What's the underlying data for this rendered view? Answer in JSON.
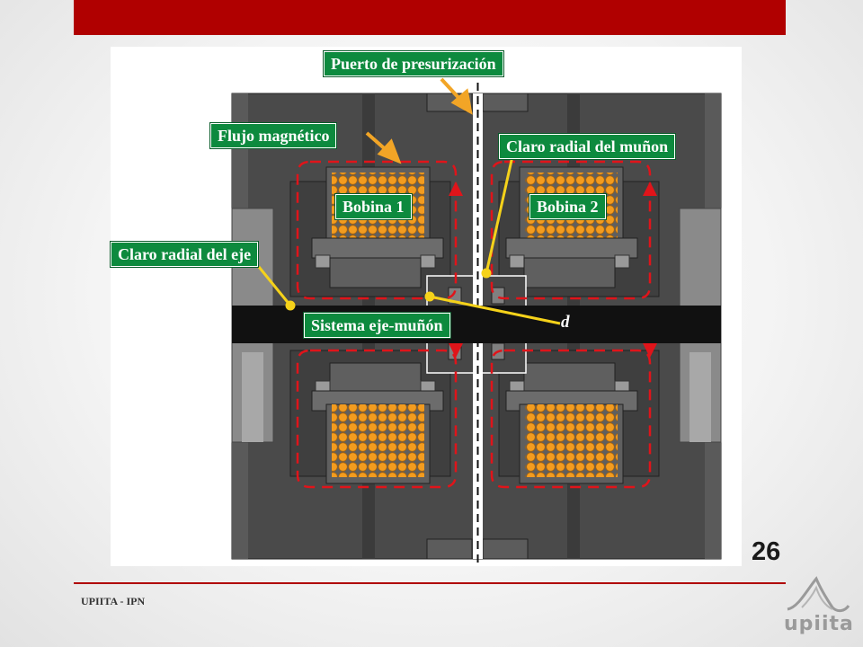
{
  "diagram": {
    "labels": {
      "pressurization_port": "Puerto de presurización",
      "magnetic_flux": "Flujo magnético",
      "journal_radial_gap": "Claro radial del muñon",
      "coil_1": "Bobina 1",
      "coil_2": "Bobina 2",
      "shaft_radial_gap": "Claro radial del eje",
      "shaft_journal_system": "Sistema eje-muñón",
      "gap_symbol": "d"
    },
    "colors": {
      "housing": "#4a4a4a",
      "housing_dark": "#3a3a3a",
      "coil": "#f39c1f",
      "flux_path": "#e0141a",
      "callout_bg": "#0d8a3e",
      "pointer_arrow": "#f2a526",
      "leader_line": "#f5d21a",
      "shaft": "#111111"
    }
  },
  "slide": {
    "page_number": "26",
    "footer": "UPIITA - IPN",
    "logo_text": "upiita",
    "accent_color": "#b00000"
  }
}
